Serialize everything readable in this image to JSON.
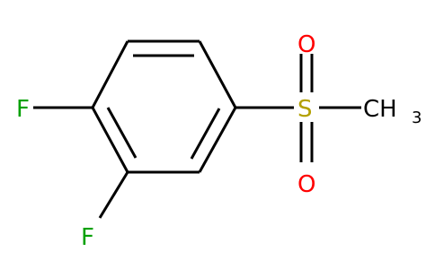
{
  "molecule": {
    "atoms": {
      "f_top": "F",
      "f_bottom": "F",
      "sulfur": "S",
      "oxygen_top": "O",
      "oxygen_bottom": "O",
      "methyl_main": "CH",
      "methyl_sub": "3"
    },
    "colors": {
      "bond": "#000000",
      "fluorine": "#00a000",
      "sulfur": "#b3a000",
      "oxygen": "#ff0000",
      "carbon": "#000000"
    }
  }
}
